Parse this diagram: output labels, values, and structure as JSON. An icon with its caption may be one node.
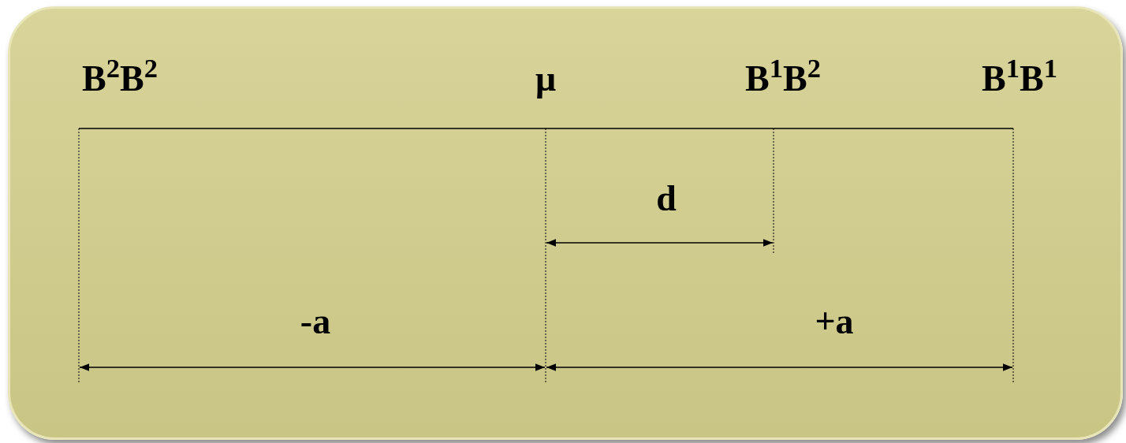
{
  "diagram": {
    "labels": [
      "B$^{2}$B$^{2}$",
      "μ",
      "B$^{1}$B$^{2}$",
      "B$^{1}$B$^{1}$",
      "d",
      "-a",
      "+a"
    ]
  }
}
